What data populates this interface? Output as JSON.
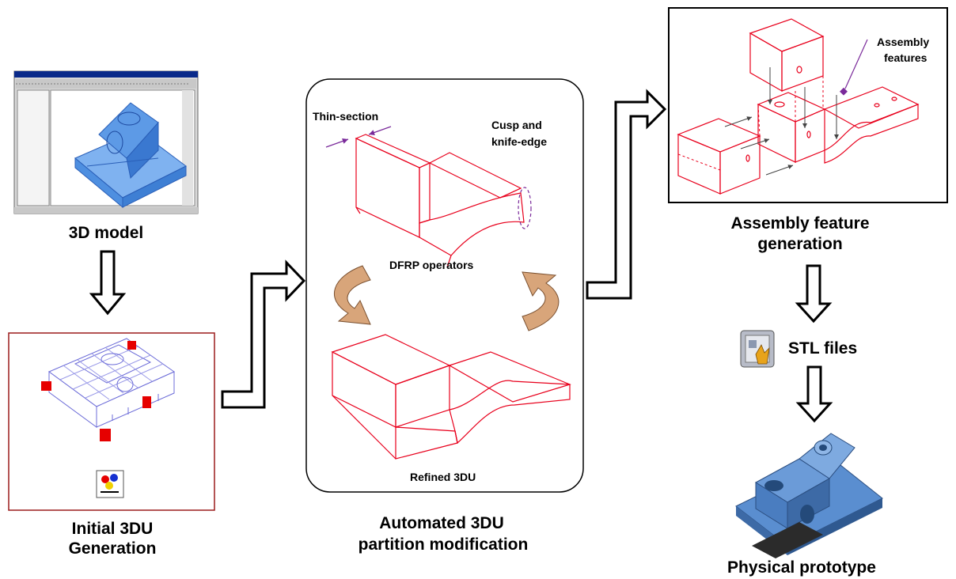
{
  "stages": {
    "model": "3D model",
    "initial_line1": "Initial 3DU",
    "initial_line2": "Generation",
    "automated_line1": "Automated 3DU",
    "automated_line2": "partition modification",
    "assembly_line1": "Assembly feature",
    "assembly_line2": "generation",
    "stl": "STL files",
    "prototype": "Physical prototype"
  },
  "annotations": {
    "thin_section": "Thin-section",
    "cusp_line1": "Cusp and",
    "cusp_line2": "knife-edge",
    "dfrp": "DFRP operators",
    "refined": "Refined 3DU",
    "assembly_features_line1": "Assembly",
    "assembly_features_line2": "features"
  },
  "colors": {
    "edge_red": "#e8001c",
    "model_blue": "#3f8ae6",
    "prototype_blue": "#4d82c4",
    "cycle_arrow": "#d8a57a",
    "marker_purple": "#7a2a9a",
    "frame_red": "#9b1c1c"
  }
}
